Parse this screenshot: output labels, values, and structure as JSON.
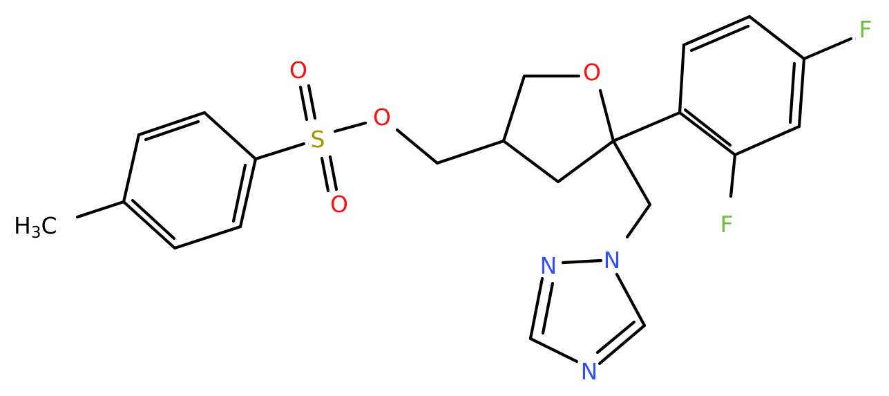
{
  "molecule": {
    "atoms": {
      "o_top": "O",
      "s": "S",
      "o_bottom": "O",
      "o_ester": "O",
      "o_ring": "O",
      "f_para": "F",
      "f_ortho": "F",
      "n1": "N",
      "n2": "N",
      "n4": "N",
      "methyl_h": "H",
      "methyl_sub": "3",
      "methyl_c": "C"
    },
    "colors": {
      "bond": "#000000",
      "carbon": "#000000",
      "oxygen": "#ff0d0d",
      "sulfur": "#a59200",
      "fluorine": "#6cc33b",
      "nitrogen": "#3050f8"
    }
  }
}
